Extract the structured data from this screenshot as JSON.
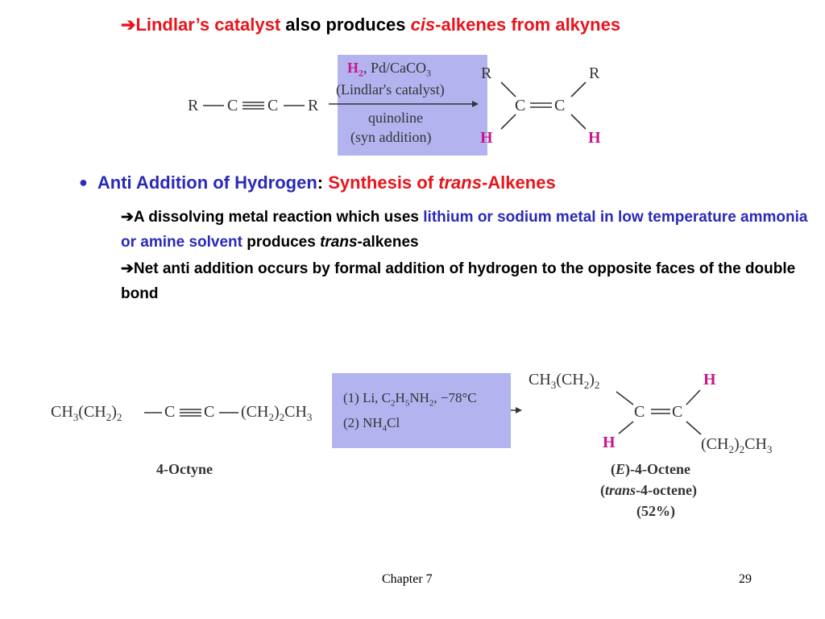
{
  "header": {
    "arrow": "➔",
    "red1": "Lindlar’s catalyst",
    "black1": " also produces ",
    "italic": "cis",
    "red2": "-alkenes from alkynes"
  },
  "reaction1": {
    "reactant_r1": "R",
    "reactant_c1": "C",
    "reactant_c2": "C",
    "reactant_r2": "R",
    "reagent_h2": "H",
    "reagent_h2_sub": "2",
    "reagent_line1_rest": ", Pd/CaCO",
    "reagent_line1_sub": "3",
    "reagent_line2": "(Lindlar's catalyst)",
    "reagent_line3": "quinoline",
    "reagent_line4": "(syn addition)",
    "product_r_left": "R",
    "product_r_right": "R",
    "product_c_left": "C",
    "product_c_right": "C",
    "product_h_left": "H",
    "product_h_right": "H"
  },
  "bullet": {
    "blue": "Anti Addition of Hydrogen",
    "colon": ":",
    "red1": " Synthesis of ",
    "italic": "trans",
    "red2": "-Alkenes"
  },
  "sub1": {
    "arrow": "➔",
    "text1": "A dissolving metal reaction which uses ",
    "blue": "lithium or sodium metal in low temperature ammonia or amine solvent",
    "text2": " produces ",
    "italic": "trans",
    "text3": "-alkenes"
  },
  "sub2": {
    "arrow": "➔",
    "text": "Net anti addition occurs by formal addition of hydrogen to the opposite faces of the double bond"
  },
  "reaction2": {
    "reactant_left": "CH",
    "reactant_left_s1": "3",
    "reactant_left_mid": "(CH",
    "reactant_left_s2": "2",
    "reactant_left_end": ")",
    "reactant_left_s3": "2",
    "c1": "C",
    "c2": "C",
    "reactant_right": "(CH",
    "reactant_right_s1": "2",
    "reactant_right_mid": ")",
    "reactant_right_s2": "2",
    "reactant_right_end": "CH",
    "reactant_right_s3": "3",
    "reactant_name": "4-Octyne",
    "step1_a": "(1)  Li, C",
    "step1_s1": "2",
    "step1_b": "H",
    "step1_s2": "5",
    "step1_c": "NH",
    "step1_s3": "2",
    "step1_d": ",  −78°C",
    "step2_a": "(2)  NH",
    "step2_s1": "4",
    "step2_b": "Cl",
    "product_top_left": "CH",
    "product_tl_s1": "3",
    "product_tl_mid": "(CH",
    "product_tl_s2": "2",
    "product_tl_end": ")",
    "product_tl_s3": "2",
    "product_h_top": "H",
    "product_c_left": "C",
    "product_c_right": "C",
    "product_h_bottom": "H",
    "product_br_a": "(CH",
    "product_br_s1": "2",
    "product_br_b": ")",
    "product_br_s2": "2",
    "product_br_c": "CH",
    "product_br_s3": "3",
    "name1_open": "(",
    "name1_italic": "E",
    "name1_rest": ")-4-Octene",
    "name2_open": "(",
    "name2_italic": "trans",
    "name2_rest": "-4-octene)",
    "name3": "(52%)"
  },
  "footer": {
    "chapter": "Chapter 7",
    "page": "29"
  },
  "colors": {
    "red": "#e8141b",
    "blue": "#2a2ab8",
    "magenta": "#c8168c",
    "box": "#b3b3f0"
  }
}
